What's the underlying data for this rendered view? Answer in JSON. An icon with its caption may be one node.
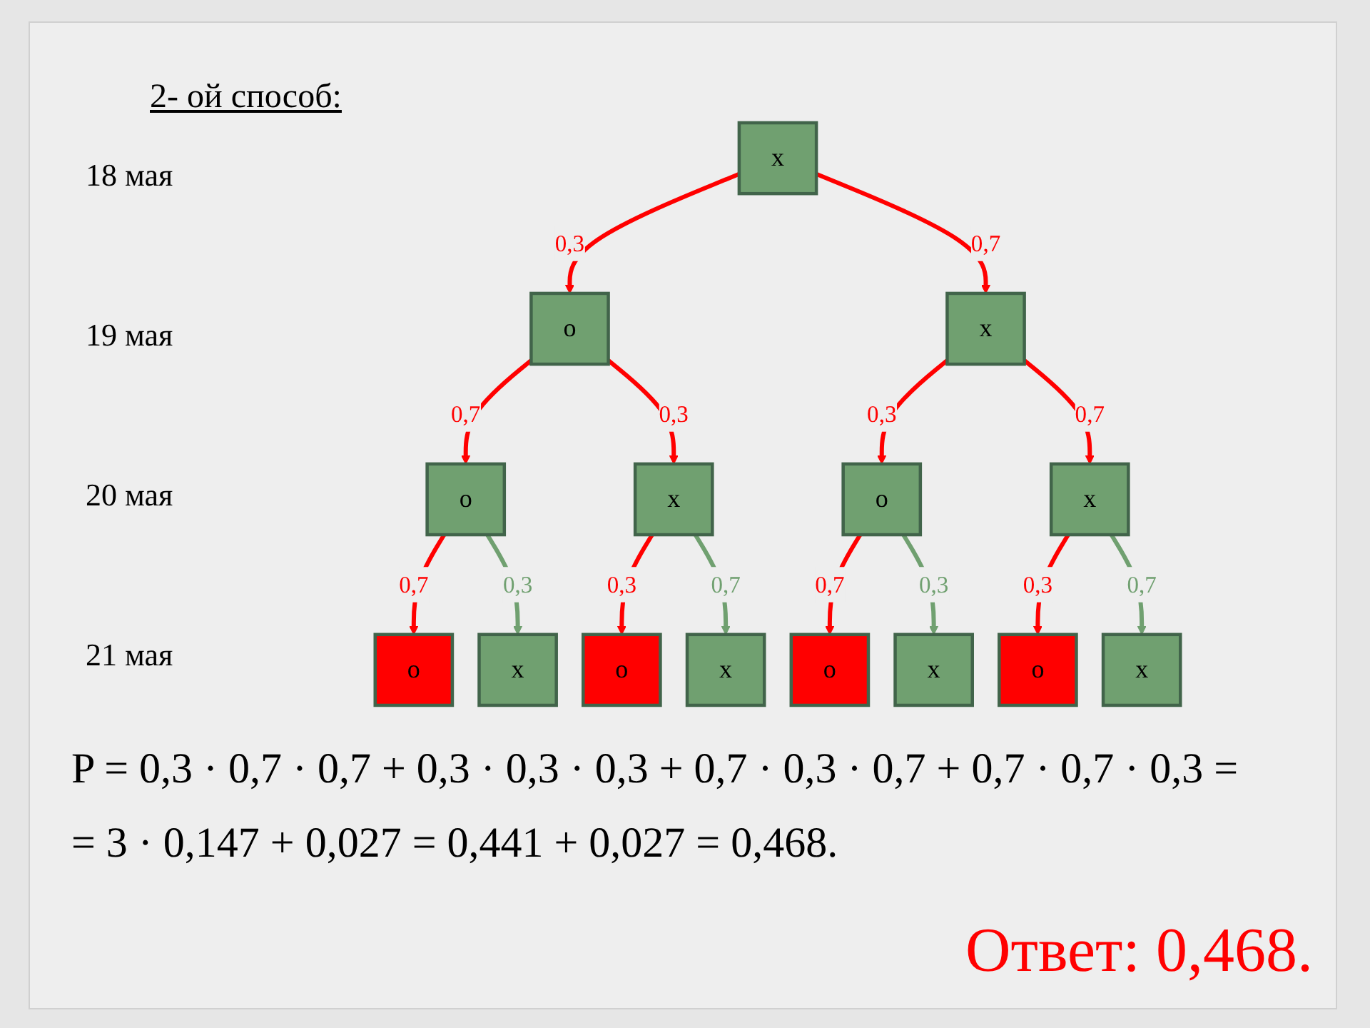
{
  "diagram": {
    "title": "2- ой способ:",
    "nodes": [
      {
        "text": [
          "x"
        ]
      },
      {
        "text": [
          "o"
        ]
      },
      {
        "text": [
          "x"
        ]
      },
      {
        "text": [
          "o"
        ]
      },
      {
        "text": [
          "x"
        ]
      },
      {
        "text": [
          "o"
        ]
      },
      {
        "text": [
          "x"
        ]
      },
      {
        "text": [
          "o"
        ]
      },
      {
        "text": [
          "x"
        ]
      },
      {
        "text": [
          "o"
        ]
      },
      {
        "text": [
          "x"
        ]
      },
      {
        "text": [
          "o"
        ]
      },
      {
        "text": [
          "x"
        ]
      },
      {
        "text": [
          "o"
        ]
      },
      {
        "text": [
          "x"
        ]
      }
    ],
    "edges": [
      {
        "from": 0,
        "to": 1,
        "arrow": "to",
        "label": "0,3"
      },
      {
        "from": 0,
        "to": 2,
        "arrow": "to",
        "label": "0,7"
      },
      {
        "from": 1,
        "to": 3,
        "arrow": "to",
        "label": "0,7"
      },
      {
        "from": 1,
        "to": 4,
        "arrow": "to",
        "label": "0,3"
      },
      {
        "from": 2,
        "to": 5,
        "arrow": "to",
        "label": "0,3"
      },
      {
        "from": 2,
        "to": 6,
        "arrow": "to",
        "label": "0,7"
      },
      {
        "from": 3,
        "to": 7,
        "arrow": "to",
        "label": "0,7"
      },
      {
        "from": 3,
        "to": 8,
        "arrow": "to",
        "label": "0,3",
        "color": "#70a070"
      },
      {
        "from": 4,
        "to": 9,
        "arrow": "to",
        "label": "0,3"
      },
      {
        "from": 4,
        "to": 10,
        "arrow": "to",
        "label": "0,7",
        "color": "#70a070"
      },
      {
        "from": 5,
        "to": 11,
        "arrow": "to",
        "label": "0,7"
      },
      {
        "from": 5,
        "to": 12,
        "arrow": "to",
        "label": "0,3",
        "color": "#70a070"
      },
      {
        "from": 6,
        "to": 13,
        "arrow": "to",
        "label": "0,3"
      },
      {
        "from": 6,
        "to": 14,
        "arrow": "to",
        "label": "0,7",
        "color": "#70a070"
      }
    ],
    "labels": [
      "18 мая",
      "19 мая",
      "20 мая",
      "21 мая",
      "P = 0,3 · 0,7 · 0,7 + 0,3 · 0,3 · 0,3 + 0,7 · 0,3 · 0,7 + 0,7 · 0,7 · 0,3 =",
      "= 3 · 0,147 + 0,027 = 0,441 + 0,027 = 0,468.",
      "Ответ: 0,468."
    ]
  }
}
